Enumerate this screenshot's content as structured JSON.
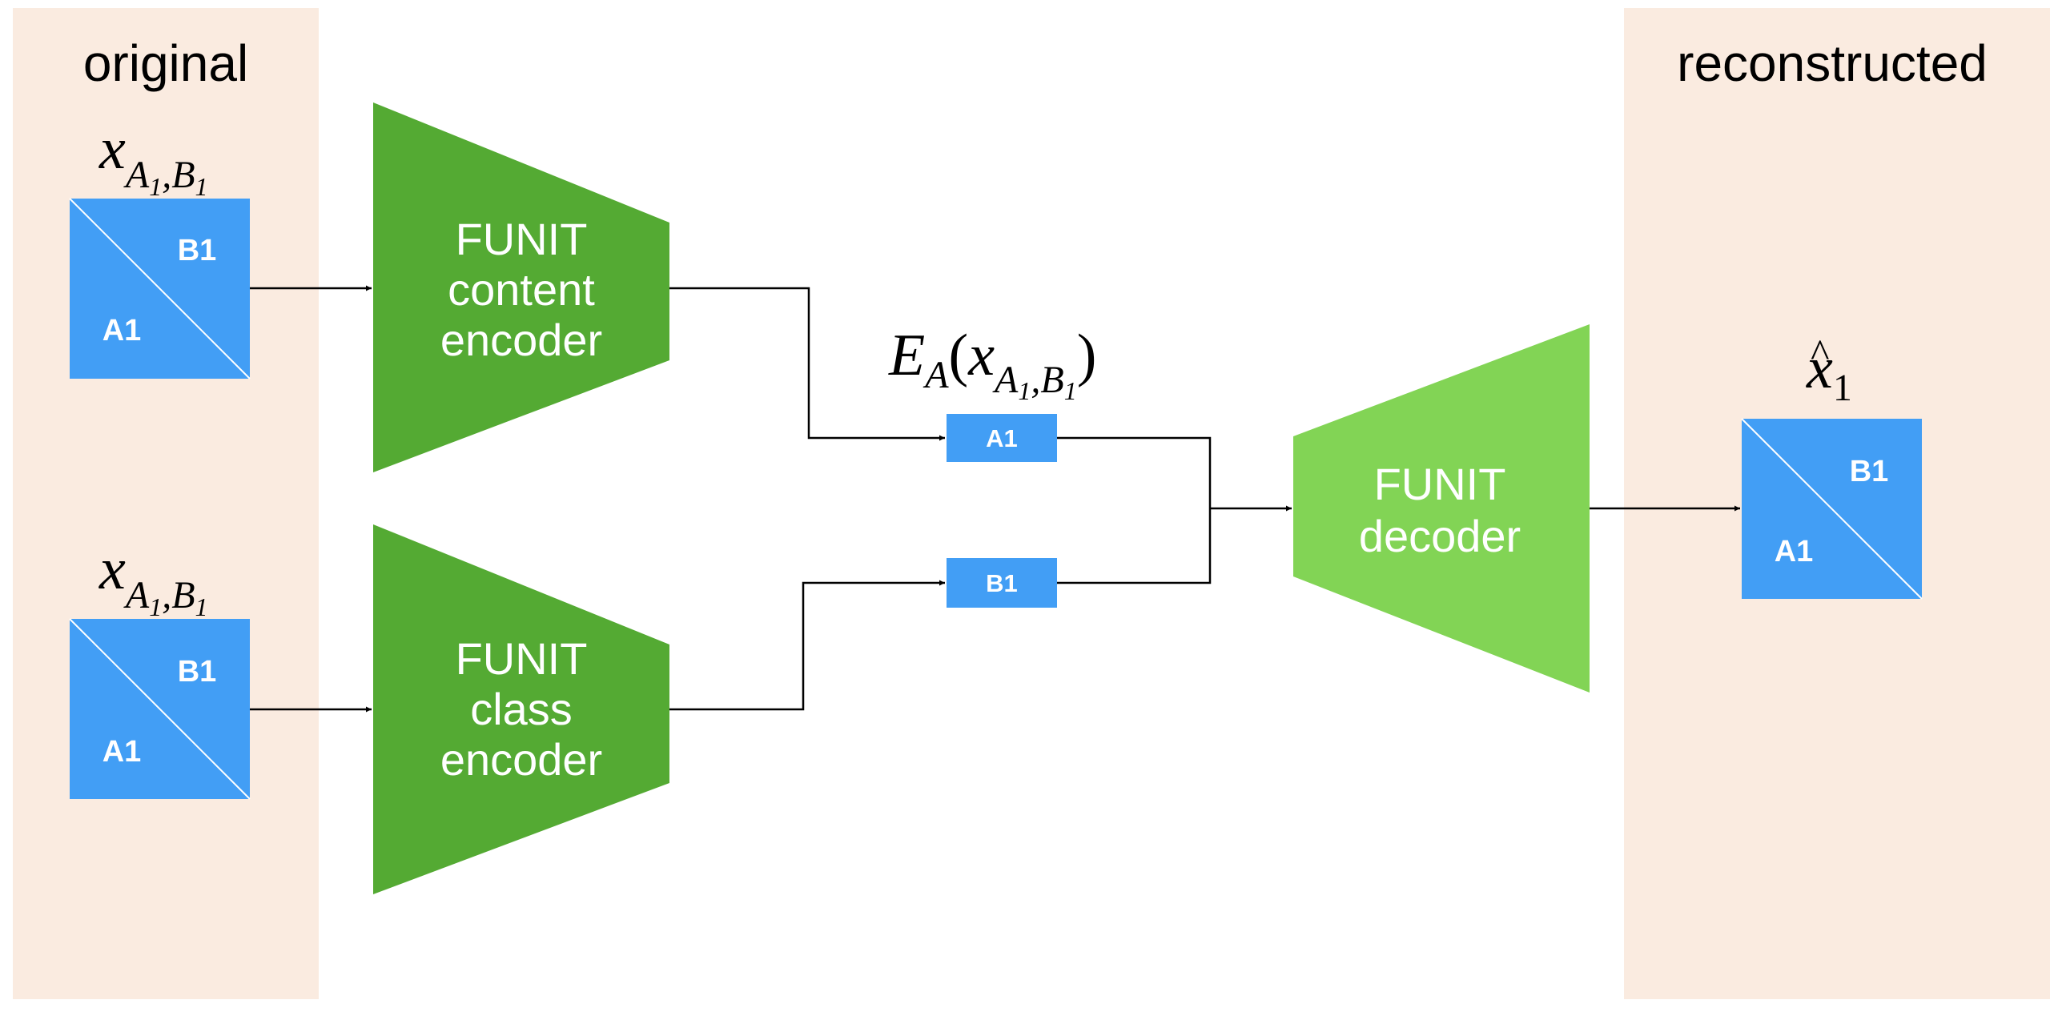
{
  "sections": {
    "left_title": "original",
    "right_title": "reconstructed"
  },
  "inputs": {
    "top": {
      "math_main": "x",
      "math_sub": "A",
      "math_sub_idx": "1",
      "math_sub_sep": ",",
      "math_sub2": "B",
      "math_sub2_idx": "1",
      "label_upper": "B1",
      "label_lower": "A1"
    },
    "bottom": {
      "math_main": "x",
      "math_sub": "A",
      "math_sub_idx": "1",
      "math_sub_sep": ",",
      "math_sub2": "B",
      "math_sub2_idx": "1",
      "label_upper": "B1",
      "label_lower": "A1"
    }
  },
  "blocks": {
    "content_encoder": {
      "line1": "FUNIT",
      "line2": "content",
      "line3": "encoder"
    },
    "class_encoder": {
      "line1": "FUNIT",
      "line2": "class",
      "line3": "encoder"
    },
    "decoder": {
      "line1": "FUNIT",
      "line2": "decoder"
    }
  },
  "codes": {
    "content_chip": "A1",
    "class_chip": "B1",
    "expr": {
      "func": "E",
      "func_sub": "A",
      "open": "(",
      "arg": "x",
      "arg_sub": "A",
      "arg_sub_idx": "1",
      "arg_sub_sep": ",",
      "arg_sub2": "B",
      "arg_sub2_idx": "1",
      "close": ")"
    }
  },
  "output": {
    "math_main": "x",
    "math_hat": "^",
    "math_sub": "1",
    "label_upper": "B1",
    "label_lower": "A1"
  },
  "colors": {
    "panel_bg": "#FAEBE0",
    "image_blue": "#429EF5",
    "encoder_green": "#54AA33",
    "decoder_green": "#82D455",
    "line": "#000000"
  }
}
